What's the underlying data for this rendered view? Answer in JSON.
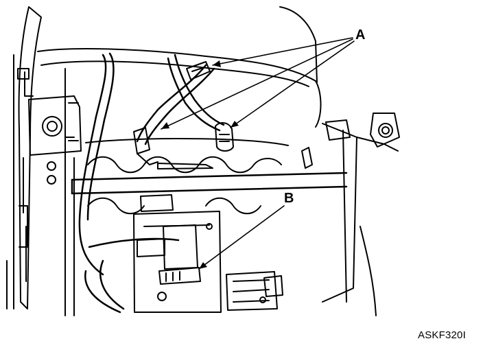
{
  "diagram": {
    "callouts": [
      {
        "id": "A",
        "label": "A"
      },
      {
        "id": "B",
        "label": "B"
      }
    ],
    "figure_code": "ASKF320I",
    "colors": {
      "line": "#000000",
      "background": "#ffffff"
    }
  }
}
